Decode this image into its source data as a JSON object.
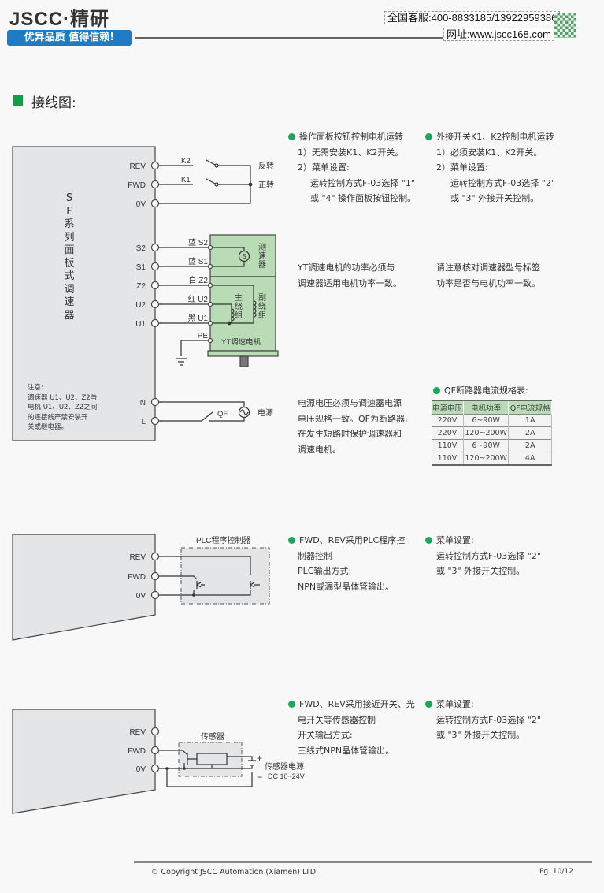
{
  "header": {
    "logo": "JSCC·精研",
    "slogan": "优异品质 值得信赖!",
    "phone": "全国客服:400-8833185/13922959386",
    "website": "网址:www.jscc168.com"
  },
  "section_title": "接线图:",
  "diagram1": {
    "device_label": [
      "S",
      "F",
      "系",
      "列",
      "面",
      "板",
      "式",
      "调",
      "速",
      "器"
    ],
    "terminals": [
      "REV",
      "FWD",
      "0V",
      "S2",
      "S1",
      "Z2",
      "U2",
      "U1",
      "N",
      "L"
    ],
    "switches": {
      "k2": "K2",
      "k1": "K1",
      "reverse": "反转",
      "forward": "正转"
    },
    "motor_wires": [
      "蓝 S2",
      "蓝 S1",
      "白 Z2",
      "红 U2",
      "黑 U1",
      "PE"
    ],
    "tacho": "测速器",
    "tacho_symbol": "S",
    "main_winding": "主绕组",
    "aux_winding": "副绕组",
    "motor_name": "YT调速电机",
    "qf": "QF",
    "power": "电源",
    "note": [
      "注意:",
      "调速器 U1、U2、Z2与",
      "电机 U1、U2、Z2之间",
      "的连接线严禁安装开",
      "关或继电器。"
    ]
  },
  "text1": {
    "col1": {
      "title": "操作面板按钮控制电机运转",
      "lines": [
        "1）无需安装K1、K2开关。",
        "2）菜单设置:",
        "运转控制方式F-03选择 \"1\"",
        "或 \"4\" 操作面板按钮控制。"
      ]
    },
    "col2": {
      "title": "外接开关K1、K2控制电机运转",
      "lines": [
        "1）必须安装K1、K2开关。",
        "2）菜单设置:",
        "运转控制方式F-03选择 \"2\"",
        "或 \"3\" 外接开关控制。"
      ]
    },
    "power_note1": [
      "YT调速电机的功率必须与",
      "调速器适用电机功率一致。"
    ],
    "power_note2": [
      "请注意核对调速器型号标签",
      "功率是否与电机功率一致。"
    ],
    "supply_note": [
      "电源电压必须与调速器电源",
      "电压规格一致。QF为断路器,",
      "在发生短路时保护调速器和",
      "调速电机。"
    ]
  },
  "qf_table": {
    "title": "QF断路器电流规格表:",
    "headers": [
      "电源电压",
      "电机功率",
      "QF电流规格"
    ],
    "rows": [
      [
        "220V",
        "6~90W",
        "1A"
      ],
      [
        "220V",
        "120~200W",
        "2A"
      ],
      [
        "110V",
        "6~90W",
        "2A"
      ],
      [
        "110V",
        "120~200W",
        "4A"
      ]
    ]
  },
  "diagram2": {
    "terminals": [
      "REV",
      "FWD",
      "0V"
    ],
    "box_label": "PLC程序控制器",
    "col1": {
      "title": "FWD、REV采用PLC程序控",
      "lines": [
        "制器控制",
        "PLC输出方式:",
        "NPN或漏型晶体管输出。"
      ]
    },
    "col2": {
      "title": "菜单设置:",
      "lines": [
        "运转控制方式F-03选择 \"2\"",
        "或 \"3\" 外接开关控制。"
      ]
    }
  },
  "diagram3": {
    "terminals": [
      "REV",
      "FWD",
      "0V"
    ],
    "box_label": "传感器",
    "supply_label": "传感器电源",
    "supply_spec": "DC 10~24V",
    "plus": "+",
    "minus": "−",
    "col1": {
      "title": "FWD、REV采用接近开关、光",
      "lines": [
        "电开关等传感器控制",
        "开关输出方式:",
        "三线式NPN晶体管输出。"
      ]
    },
    "col2": {
      "title": "菜单设置:",
      "lines": [
        "运转控制方式F-03选择 \"2\"",
        "或 \"3\" 外接开关控制。"
      ]
    }
  },
  "footer": {
    "copyright": "© Copyright JSCC Automation (Xiamen) LTD.",
    "page": "Pg. 10/12"
  },
  "colors": {
    "green": "#10a04a",
    "motor_fill": "#b9dcb7",
    "blue": "#1f7cc4",
    "box_gray": "#e4e5e7"
  }
}
